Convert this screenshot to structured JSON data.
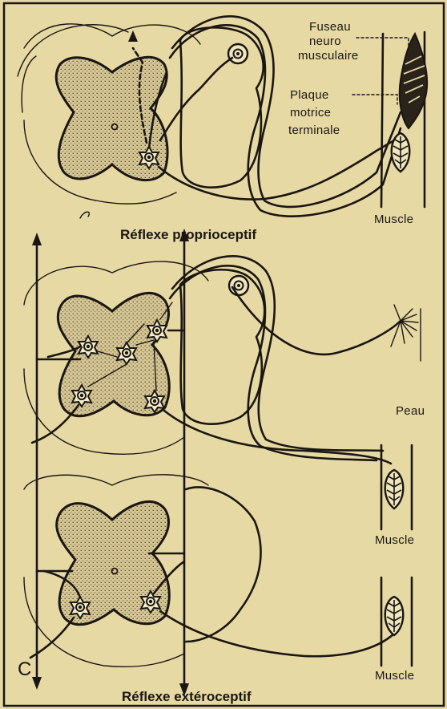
{
  "labels": {
    "fuseau_1": "Fuseau",
    "fuseau_2": "neuro",
    "fuseau_3": "musculaire",
    "plaque_1": "Plaque",
    "plaque_2": "motrice",
    "plaque_3": "terminale",
    "muscle_top": "Muscle",
    "title_top": "Réflexe proprioceptif",
    "peau": "Peau",
    "muscle_mid": "Muscle",
    "muscle_bottom": "Muscle",
    "panel_letter": "C",
    "title_bottom": "Réflexe extéroceptif"
  },
  "colors": {
    "paper": "#e6d9a4",
    "ink": "#1a1612",
    "stipple": "#d2c290"
  }
}
